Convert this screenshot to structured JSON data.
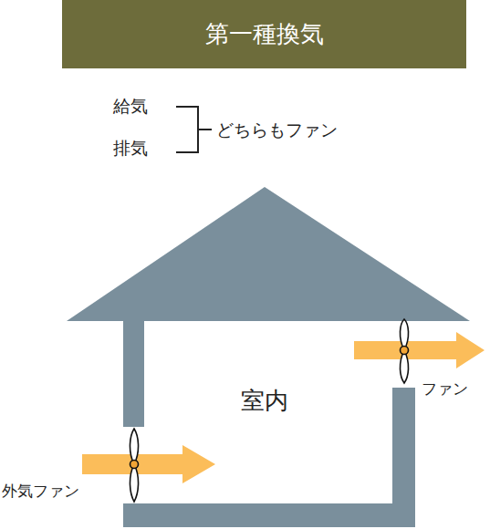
{
  "diagram": {
    "title": "第一種換気",
    "labels": [
      "給気",
      "排気",
      "どちらもファン",
      "室内",
      "ファン",
      "外気ファン"
    ]
  }
}
